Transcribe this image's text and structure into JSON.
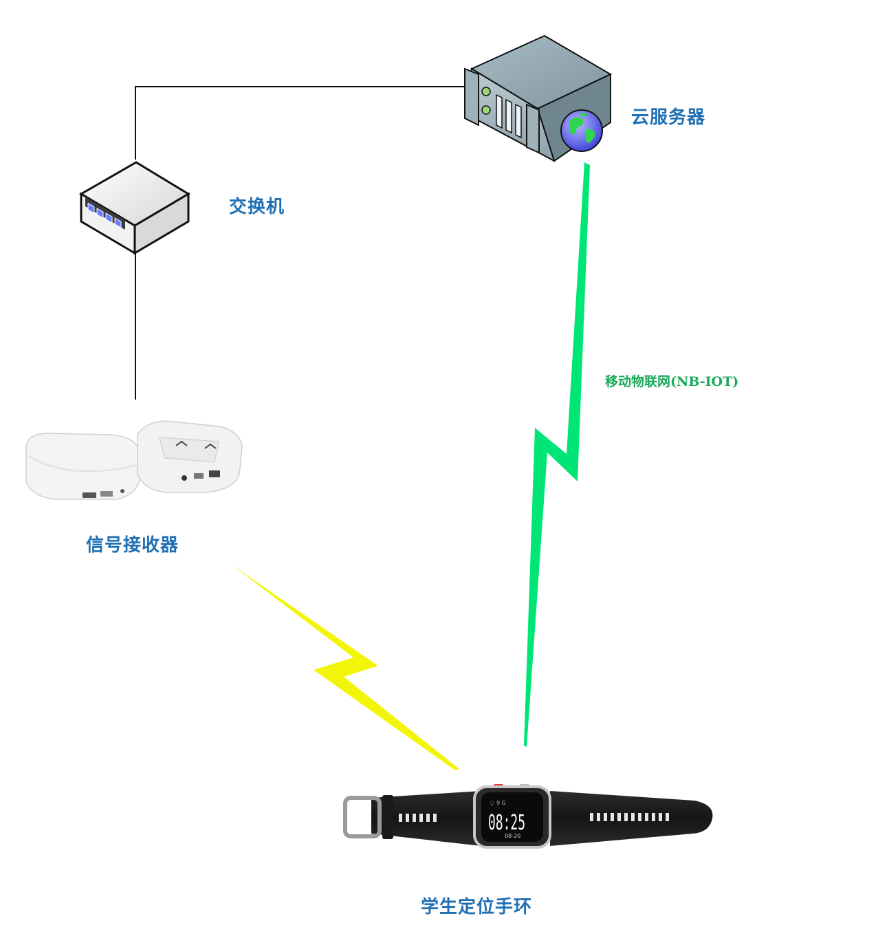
{
  "nodes": {
    "cloud_server": {
      "label": "云服务器"
    },
    "switch": {
      "label": "交换机"
    },
    "receiver": {
      "label": "信号接收器"
    },
    "wristband": {
      "label": "学生定位手环",
      "watch_time": "08:25",
      "watch_date": "08-20",
      "watch_status": "ৃ 9 G"
    }
  },
  "links": {
    "nbiot": {
      "label": "移动物联网(NB-IOT)",
      "color": "#00e676"
    },
    "short_range": {
      "color": "#f2f50a"
    }
  }
}
